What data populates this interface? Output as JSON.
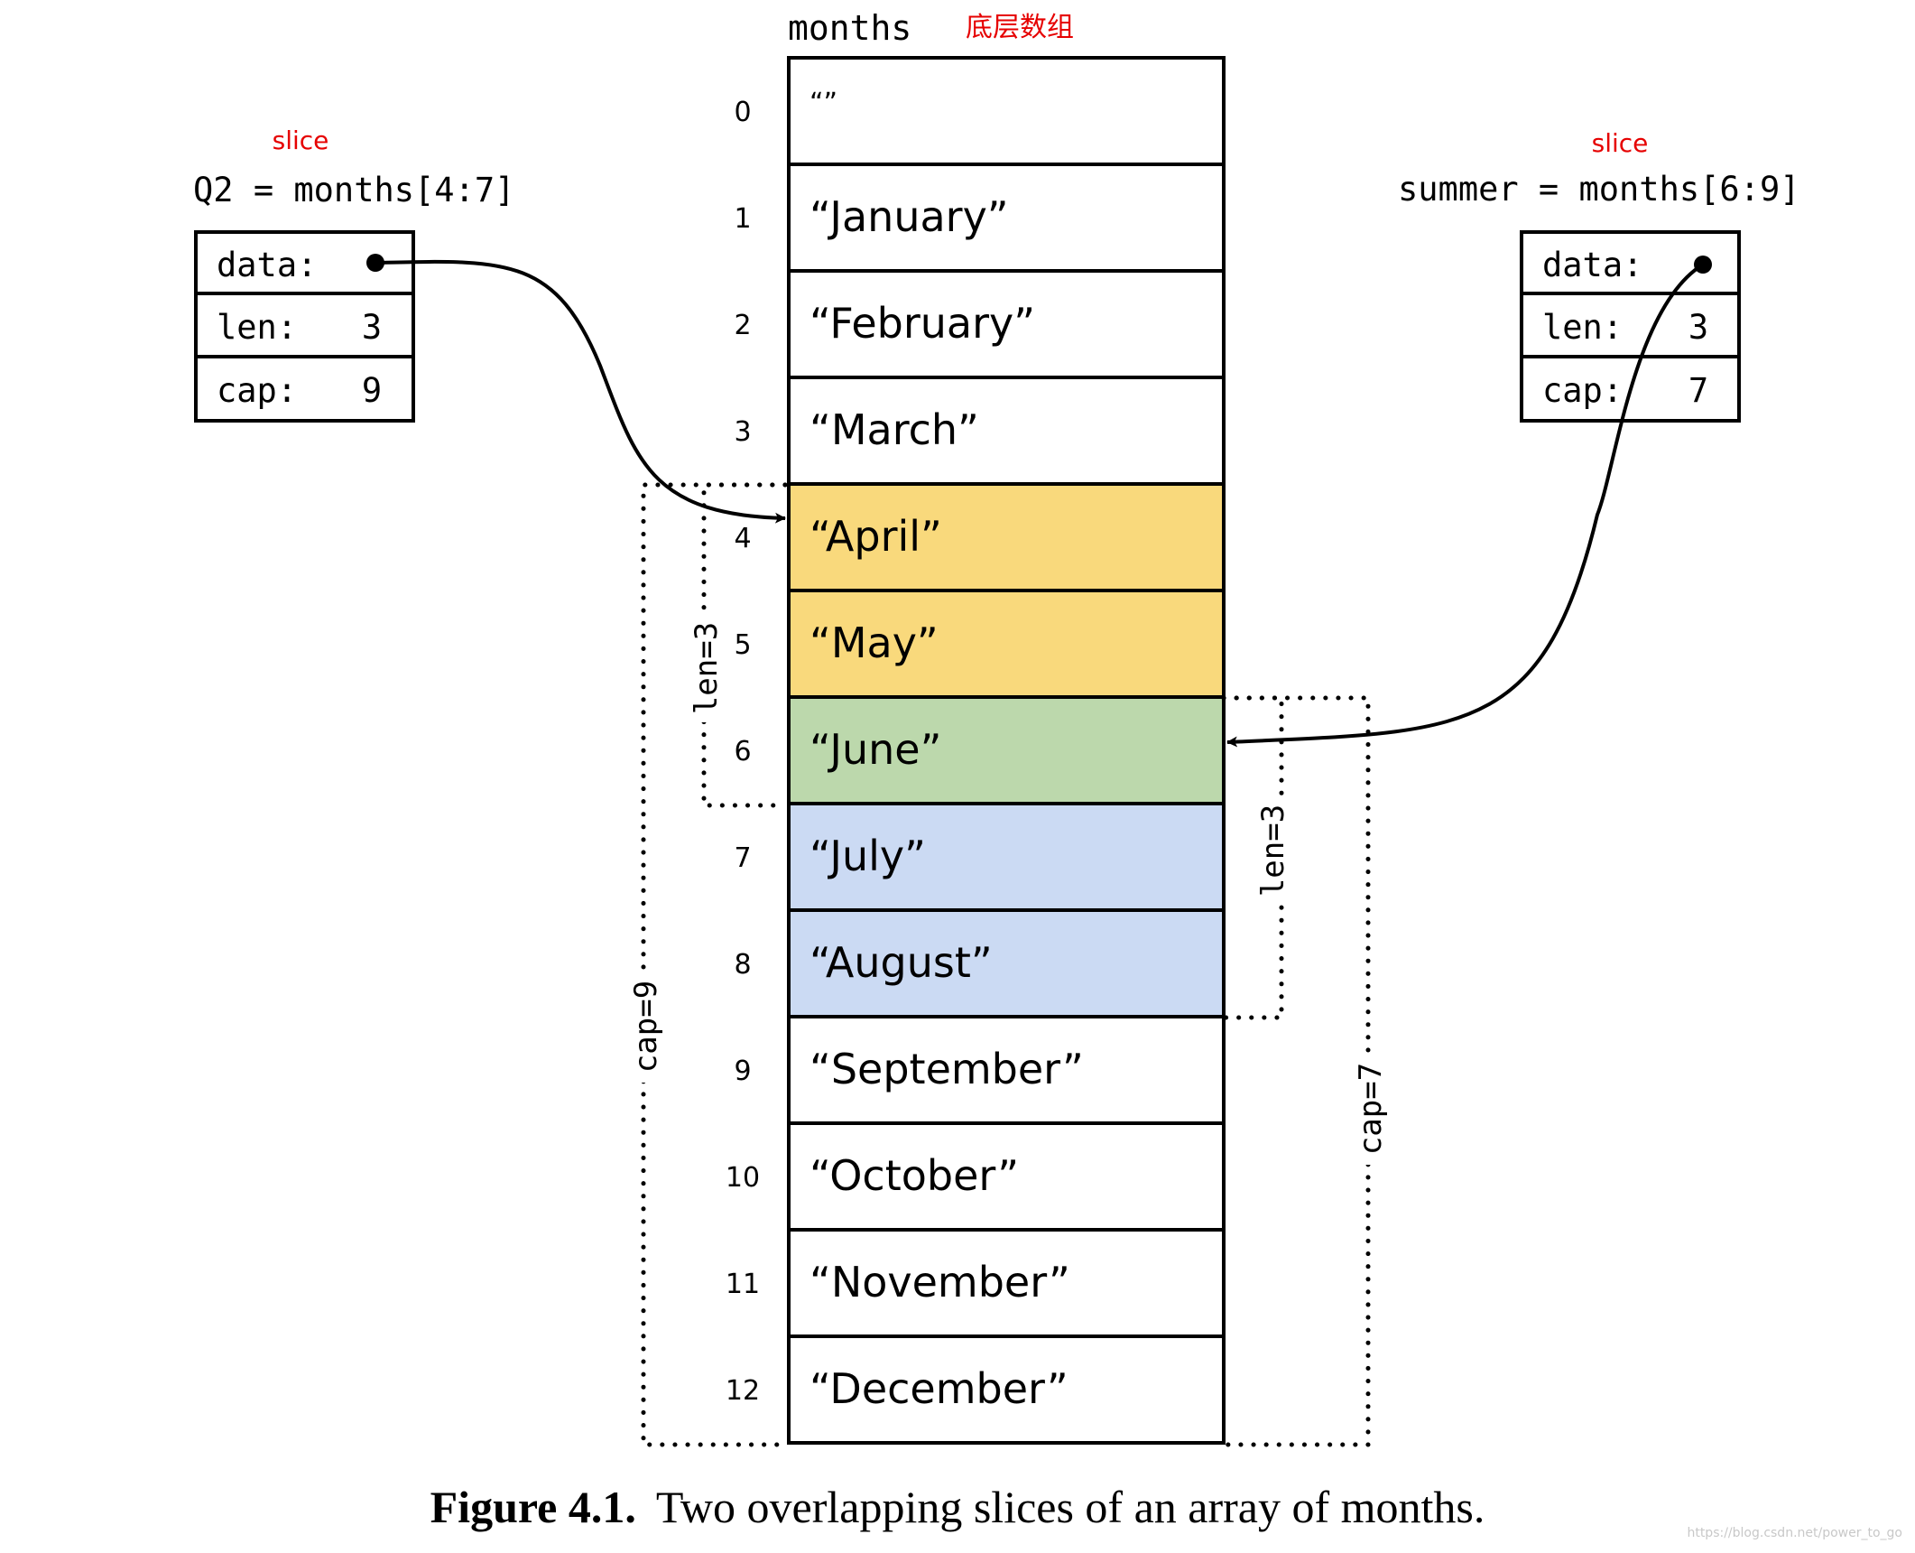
{
  "array": {
    "name": "months",
    "annotation": "底层数组",
    "annotation_color": "#e60000",
    "cells": [
      {
        "index": "0",
        "value": "“”",
        "fill": "#ffffff"
      },
      {
        "index": "1",
        "value": "“January”",
        "fill": "#ffffff"
      },
      {
        "index": "2",
        "value": "“February”",
        "fill": "#ffffff"
      },
      {
        "index": "3",
        "value": "“March”",
        "fill": "#ffffff"
      },
      {
        "index": "4",
        "value": "“April”",
        "fill": "#f9d97c"
      },
      {
        "index": "5",
        "value": "“May”",
        "fill": "#f9d97c"
      },
      {
        "index": "6",
        "value": "“June”",
        "fill": "#bcd8ac"
      },
      {
        "index": "7",
        "value": "“July”",
        "fill": "#cbdaf3"
      },
      {
        "index": "8",
        "value": "“August”",
        "fill": "#cbdaf3"
      },
      {
        "index": "9",
        "value": "“September”",
        "fill": "#ffffff"
      },
      {
        "index": "10",
        "value": "“October”",
        "fill": "#ffffff"
      },
      {
        "index": "11",
        "value": "“November”",
        "fill": "#ffffff"
      },
      {
        "index": "12",
        "value": "“December”",
        "fill": "#ffffff"
      }
    ]
  },
  "left_slice": {
    "tag": "slice",
    "declaration": "Q2 = months[4:7]",
    "rows": [
      {
        "label": "data:",
        "value": ""
      },
      {
        "label": "len:",
        "value": "3"
      },
      {
        "label": "cap:",
        "value": "9"
      }
    ],
    "len_label": "len=3",
    "cap_label": "cap=9"
  },
  "right_slice": {
    "tag": "slice",
    "declaration": "summer = months[6:9]",
    "rows": [
      {
        "label": "data:",
        "value": ""
      },
      {
        "label": "len:",
        "value": "3"
      },
      {
        "label": "cap:",
        "value": "7"
      }
    ],
    "len_label": "len=3",
    "cap_label": "cap=7"
  },
  "caption": {
    "number": "Figure 4.1.",
    "text": "Two overlapping slices of an array of months."
  },
  "watermark": "https://blog.csdn.net/power_to_go",
  "colors": {
    "stroke": "#000000",
    "april_may": "#f9d97c",
    "june": "#bcd8ac",
    "july_august": "#cbdaf3",
    "annotation_red": "#e60000"
  }
}
